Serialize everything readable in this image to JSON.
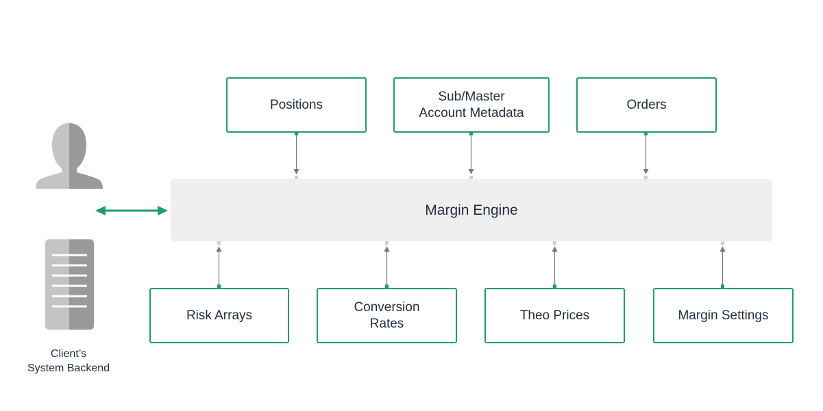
{
  "engine": {
    "label": "Margin Engine"
  },
  "inputs_top": [
    {
      "label": "Positions"
    },
    {
      "label": "Sub/Master\nAccount Metadata"
    },
    {
      "label": "Orders"
    }
  ],
  "inputs_bottom": [
    {
      "label": "Risk Arrays"
    },
    {
      "label": "Conversion\nRates"
    },
    {
      "label": "Theo Prices"
    },
    {
      "label": "Margin Settings"
    }
  ],
  "client": {
    "label": "Client’s\nSystem Backend"
  },
  "colors": {
    "accent": "#1e9e6e",
    "engine_bg": "#efefef",
    "arrow": "#777777",
    "icon_light": "#c4c4c4",
    "icon_dark": "#9a9a9a"
  },
  "icons": {
    "user": "user-icon",
    "server": "server-icon"
  }
}
